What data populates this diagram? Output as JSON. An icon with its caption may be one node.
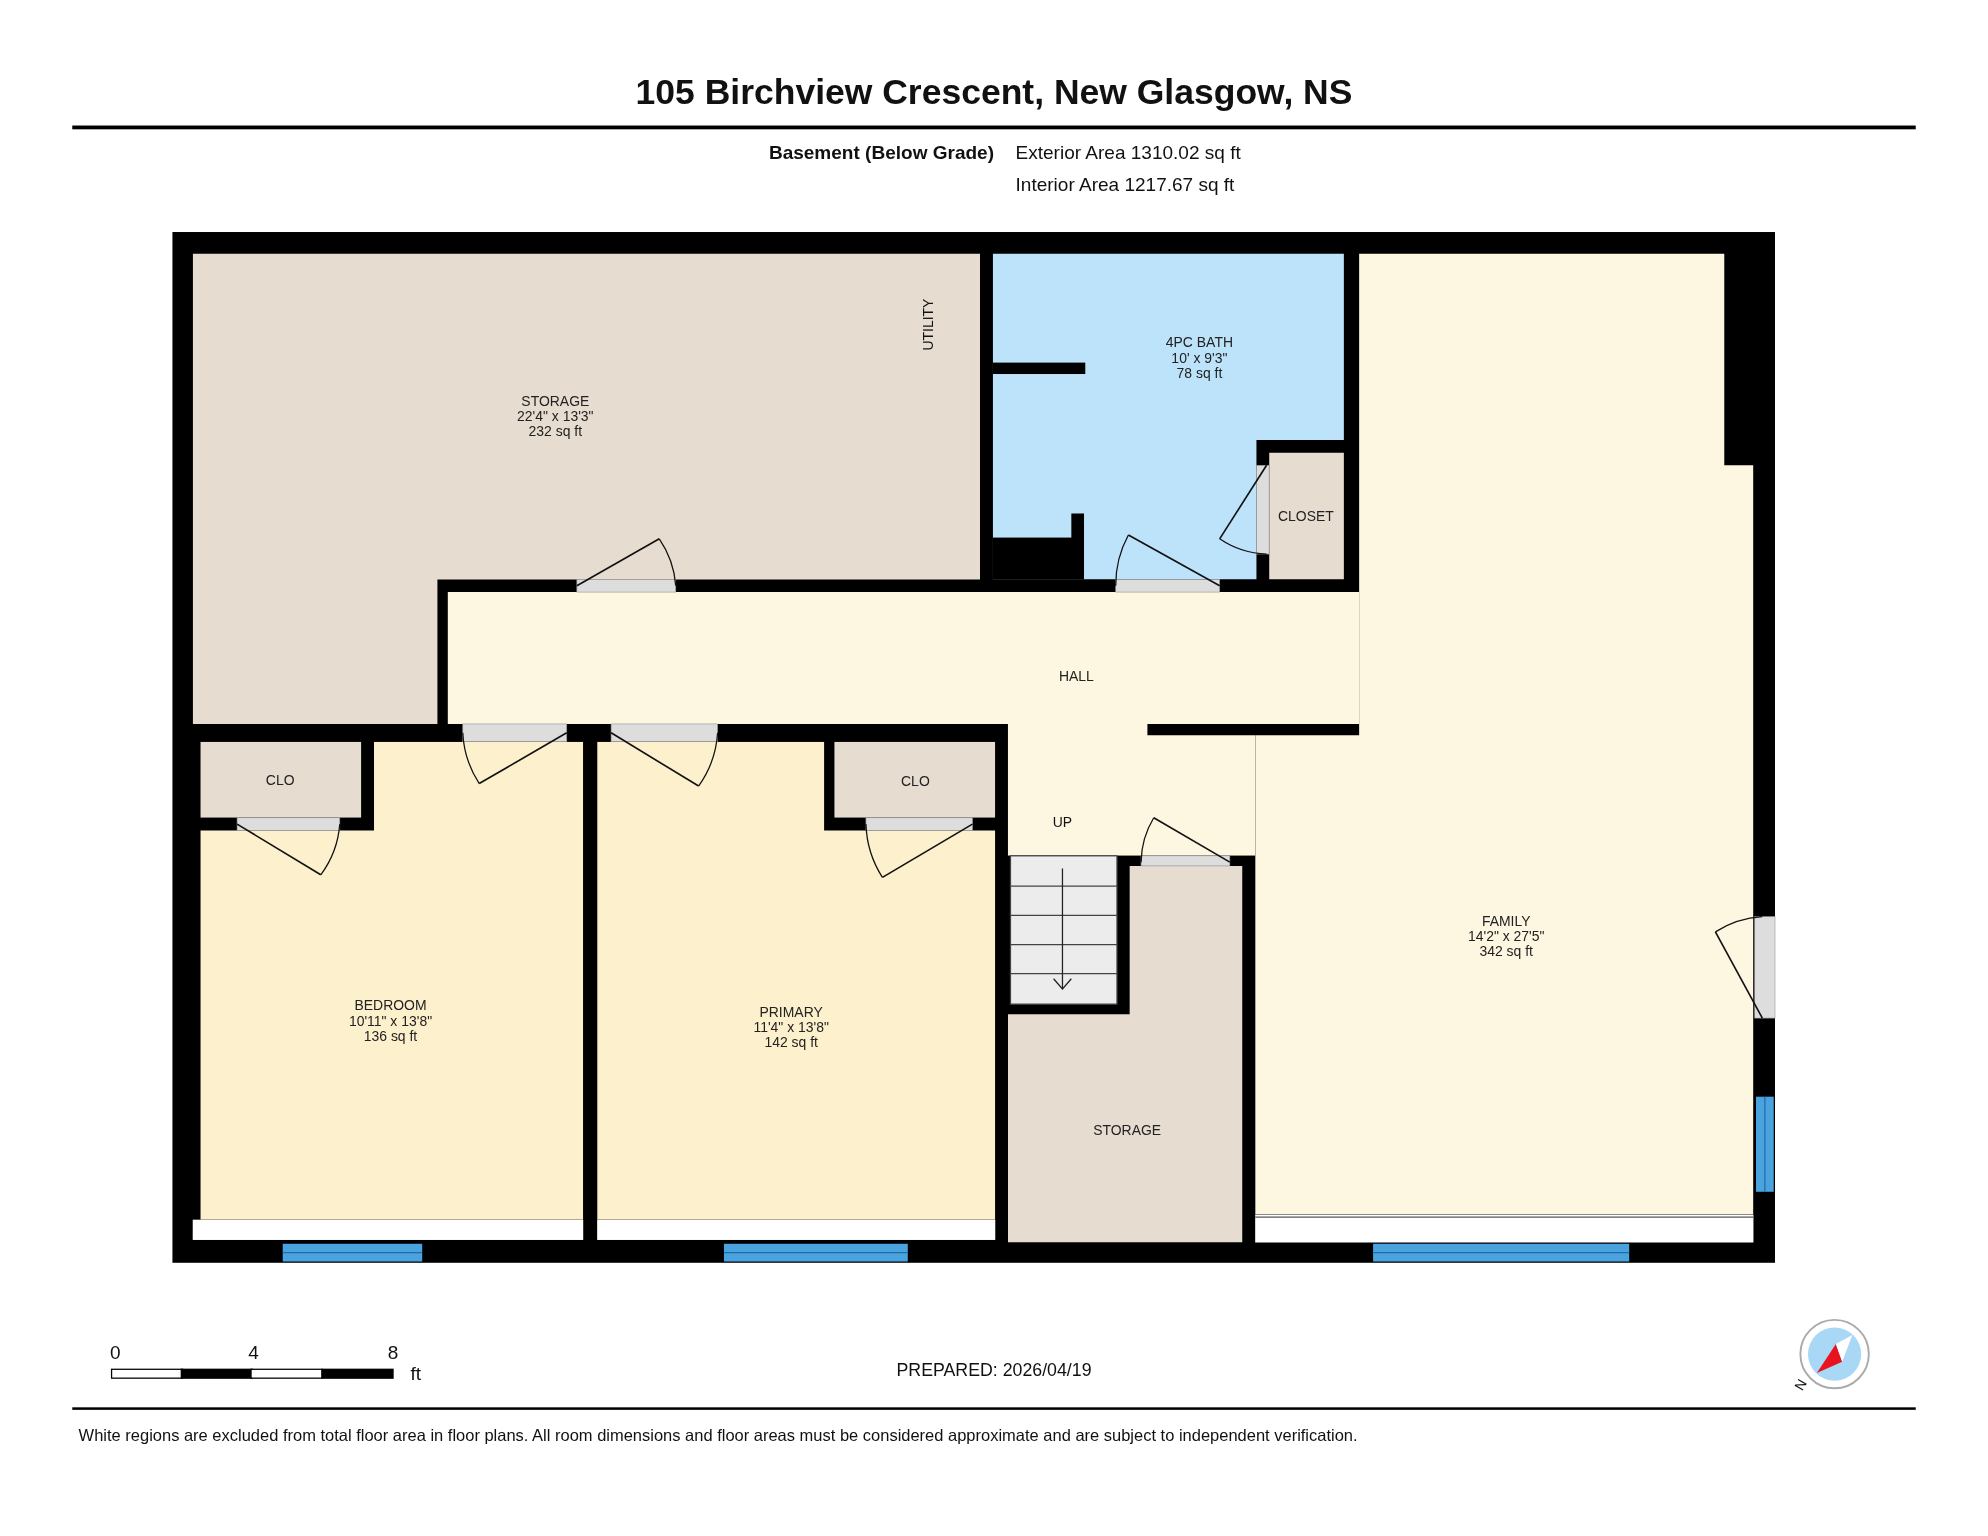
{
  "diagram": {
    "title": "105 Birchview Crescent, New Glasgow, NS",
    "caption": "White regions are excluded from total floor area in floor plans. All room dimensions and floor areas must be considered approximate and are subject to independent verification.",
    "nodes": [
      {
        "text": [
          "STORAGE",
          "22'4\" x 13'3\"",
          "232 sq ft"
        ]
      },
      {
        "text": [
          "4PC BATH",
          "10' x 9'3\"",
          "78 sq ft"
        ]
      },
      {
        "text": [
          "CLOSET"
        ]
      },
      {
        "text": [
          "HALL"
        ]
      },
      {
        "text": [
          "CLO"
        ]
      },
      {
        "text": [
          "BEDROOM",
          "10'11\" x 13'8\"",
          "136 sq ft"
        ]
      },
      {
        "text": [
          "PRIMARY",
          "11'4\" x 13'8\"",
          "142 sq ft"
        ]
      },
      {
        "text": [
          "CLO"
        ]
      },
      {
        "text": [
          "STORAGE"
        ]
      },
      {
        "text": [
          "FAMILY",
          "14'2\" x 27'5\"",
          "342 sq ft"
        ]
      }
    ],
    "labels": [
      "Basement (Below Grade)",
      "Exterior Area 1310.02 sq ft",
      "Interior Area 1217.67 sq ft",
      "UTILITY",
      "UP",
      "0",
      "4",
      "8",
      "ft",
      "PREPARED: 2026/04/19",
      "N"
    ]
  }
}
